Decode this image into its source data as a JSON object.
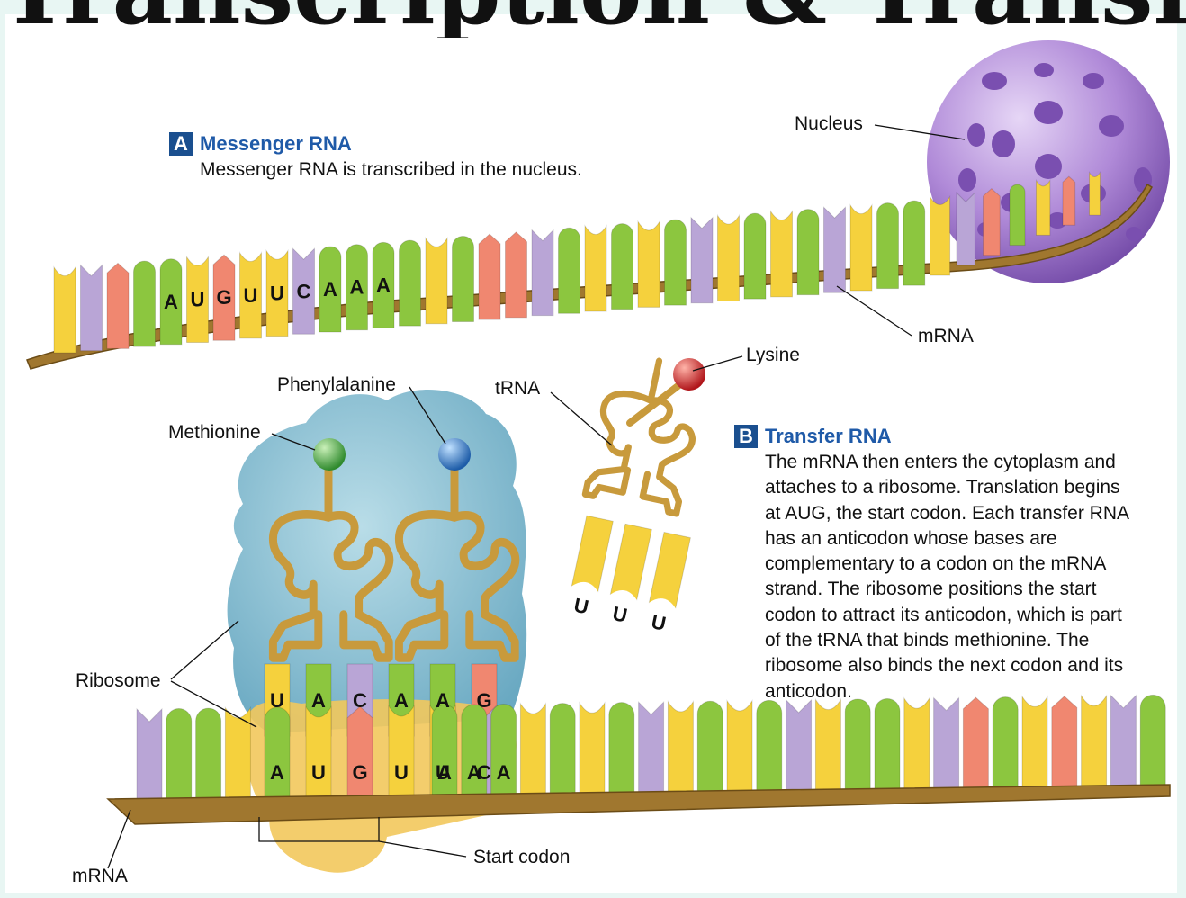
{
  "title": "Transcription & Translation",
  "section_a": {
    "badge": "A",
    "heading": "Messenger RNA",
    "text": "Messenger RNA is transcribed in the nucleus."
  },
  "section_b": {
    "badge": "B",
    "heading": "Transfer RNA",
    "lines": [
      "The mRNA then enters the cytoplasm and",
      "attaches to a ribosome. Translation begins",
      "at AUG, the start codon. Each transfer RNA",
      "has an anticodon whose bases are",
      "complementary to a codon on the mRNA",
      "strand. The ribosome positions the start",
      "codon to attract its anticodon, which is part",
      "of the tRNA that binds methionine. The",
      "ribosome also binds the next codon and its",
      "anticodon."
    ]
  },
  "labels": {
    "nucleus": "Nucleus",
    "mrna_top": "mRNA",
    "lysine": "Lysine",
    "trna": "tRNA",
    "phenylalanine": "Phenylalanine",
    "methionine": "Methionine",
    "ribosome": "Ribosome",
    "mrna_bottom": "mRNA",
    "start_codon": "Start codon"
  },
  "sequences": {
    "top_mrna": [
      "A",
      "U",
      "G",
      "U",
      "U",
      "C",
      "A",
      "A",
      "A"
    ],
    "free_trna_anticodon": [
      "U",
      "U",
      "U"
    ],
    "bound_anticodons": [
      "U",
      "A",
      "C",
      "A",
      "A",
      "G"
    ],
    "bottom_mrna": [
      "A",
      "U",
      "G",
      "U",
      "U",
      "C",
      "A",
      "A",
      "A"
    ]
  },
  "colors": {
    "A": "#8cc63f",
    "U": "#f5d13d",
    "G": "#f08770",
    "C": "#b9a5d6",
    "backbone": "#a0772f",
    "trna": "#c89a3c",
    "ribosome_large": "#8fc3d6",
    "ribosome_small": "#f2c85c",
    "nucleus": "#a77ed1",
    "methionine": "#4fae47",
    "phenylalanine": "#3a7fd0",
    "lysine": "#d8262a",
    "heading": "#1f5aa8",
    "badge": "#1a4f8f"
  }
}
